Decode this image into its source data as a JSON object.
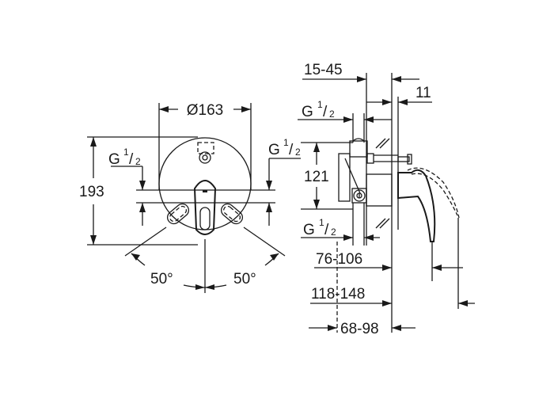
{
  "diagram": {
    "type": "technical-drawing",
    "subject": "concealed single-lever bath/shower mixer with wall plate",
    "front_view": {
      "diameter_label": "Ø163",
      "height_label": "193",
      "left_connection_label": {
        "base": "G",
        "num": "1",
        "den": "2"
      },
      "right_connection_label": {
        "base": "G",
        "num": "1",
        "den": "2"
      },
      "left_angle_label": "50°",
      "right_angle_label": "50°"
    },
    "side_view": {
      "top_depth_label": "15-45",
      "plate_label": "11",
      "top_connection_label": {
        "base": "G",
        "num": "1",
        "den": "2"
      },
      "height_label": "121",
      "bottom_connection_label": {
        "base": "G",
        "num": "1",
        "den": "2"
      },
      "dim_1_label": "76-106",
      "dim_2_label": "118-148",
      "dim_3_label": "68-98"
    }
  }
}
